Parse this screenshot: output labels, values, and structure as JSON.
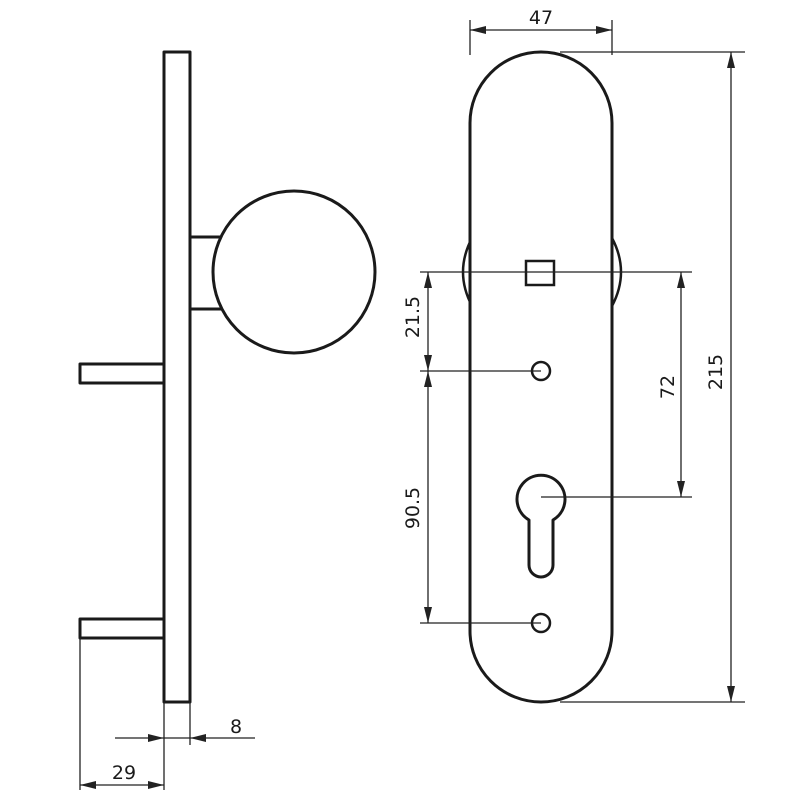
{
  "dimensions": {
    "width": "47",
    "height": "215",
    "knob_to_upper_hole": "21.5",
    "knob_to_cylinder": "72",
    "hole_to_hole": "90.5",
    "plate_thickness": "8",
    "knob_offset": "29"
  },
  "colors": {
    "line": "#1a1a1a",
    "background": "#ffffff"
  }
}
